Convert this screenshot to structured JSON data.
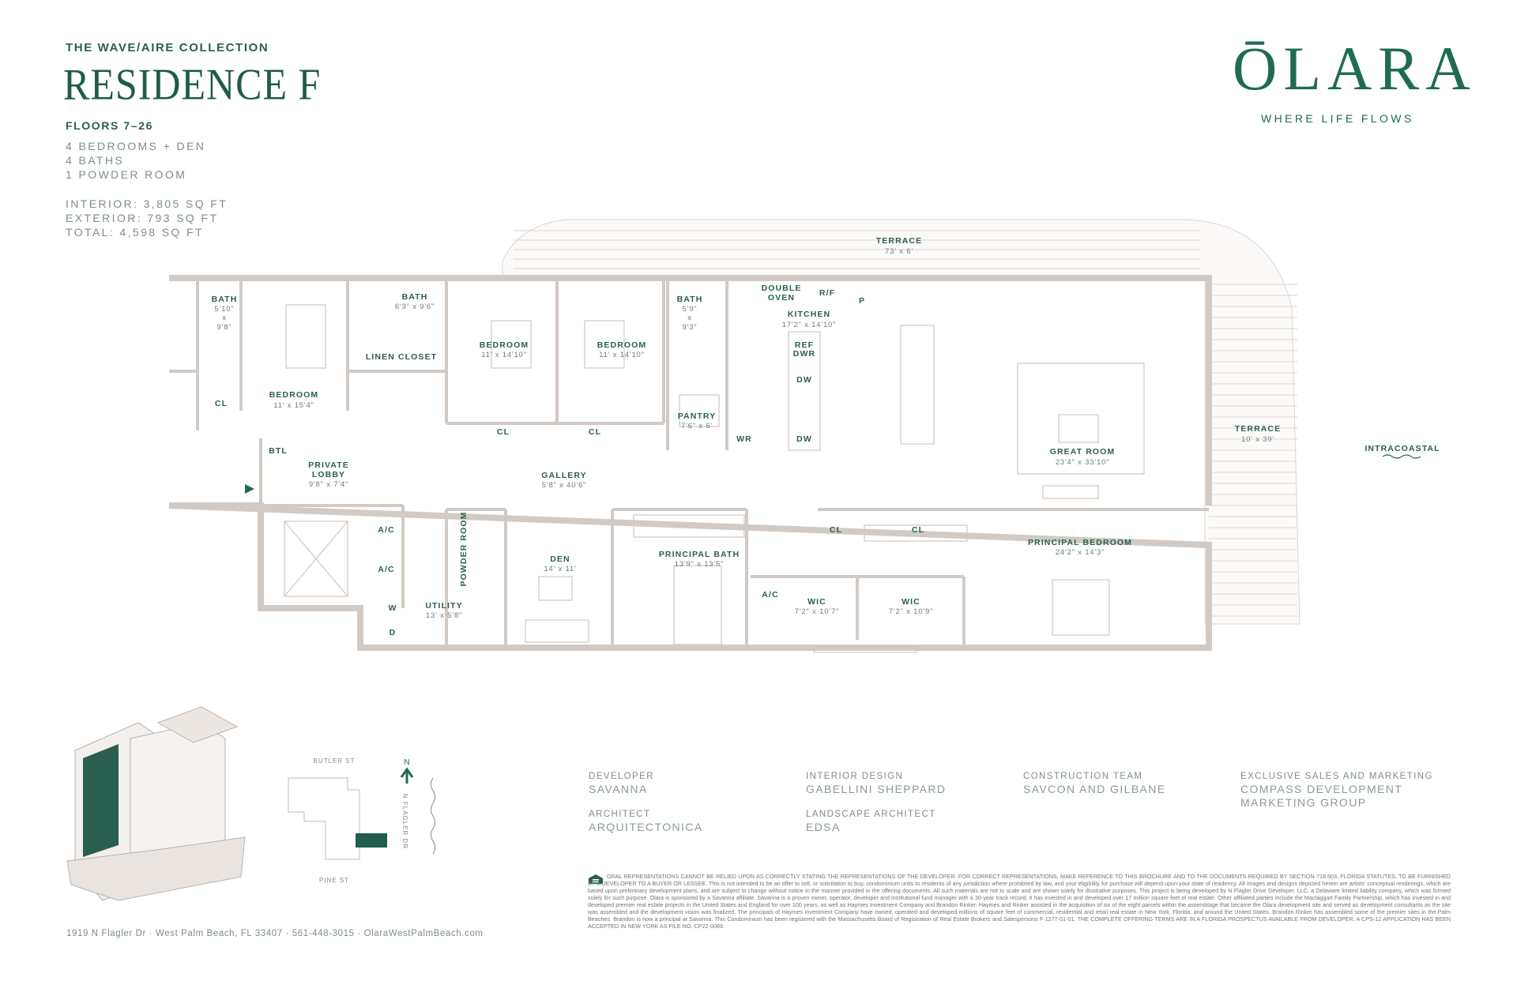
{
  "header": {
    "collection": "THE WAVE/AIRE COLLECTION",
    "residence": "RESIDENCE F",
    "floors": "FLOORS 7–26",
    "specs": [
      "4 BEDROOMS + DEN",
      "4 BATHS",
      "1 POWDER ROOM"
    ],
    "areas": [
      "INTERIOR: 3,805 SQ FT",
      "EXTERIOR: 793 SQ FT",
      "TOTAL: 4,598 SQ FT"
    ]
  },
  "brand": {
    "logo": "ŌLARA",
    "tagline": "WHERE LIFE FLOWS",
    "accent": "#1f6b54",
    "wall": "#d9d2cd"
  },
  "rooms": {
    "terrace_top": {
      "name": "TERRACE",
      "dim": "73' x 6'"
    },
    "bath1": {
      "name": "BATH",
      "dim": [
        "5'10\"",
        "x",
        "9'8\""
      ]
    },
    "bath2": {
      "name": "BATH",
      "dim": "6'3\" x 9'6\""
    },
    "linen": {
      "name": "LINEN CLOSET"
    },
    "bedroom1": {
      "name": "BEDROOM",
      "dim": "11' x 15'4\""
    },
    "bedroom2": {
      "name": "BEDROOM",
      "dim": "11' x 14'10\""
    },
    "bedroom3": {
      "name": "BEDROOM",
      "dim": "11' x 14'10\""
    },
    "bath3": {
      "name": "BATH",
      "dim": [
        "5'9\"",
        "x",
        "9'3\""
      ]
    },
    "pantry": {
      "name": "PANTRY",
      "dim": "7'6\" x 6'"
    },
    "double_oven": [
      "DOUBLE",
      "OVEN"
    ],
    "rf": "R/F",
    "p": "P",
    "kitchen": {
      "name": "KITCHEN",
      "dim": "17'2\" x 14'10\""
    },
    "ref_dwr": [
      "REF",
      "DWR"
    ],
    "dw": "DW",
    "wr": "WR",
    "cl": "CL",
    "btl": "BTL",
    "private_lobby": {
      "name": [
        "PRIVATE",
        "LOBBY"
      ],
      "dim": "9'8\" x 7'4\""
    },
    "gallery": {
      "name": "GALLERY",
      "dim": "5'8\" x 40'6\""
    },
    "great_room": {
      "name": "GREAT ROOM",
      "dim": "23'4\" x 33'10\""
    },
    "terrace_side": {
      "name": "TERRACE",
      "dim": "10' x 39'"
    },
    "intracoastal": "INTRACOASTAL",
    "ac": "A/C",
    "powder": "POWDER ROOM",
    "den": {
      "name": "DEN",
      "dim": "14' x 11'"
    },
    "principal_bath": {
      "name": "PRINCIPAL BATH",
      "dim": "13'9\" x 13'5\""
    },
    "wic1": {
      "name": "WIC",
      "dim": "7'2\" x 10'7\""
    },
    "wic2": {
      "name": "WIC",
      "dim": "7'2\" x 10'9\""
    },
    "principal_bedroom": {
      "name": "PRINCIPAL BEDROOM",
      "dim": "24'2\" x 14'3\""
    },
    "utility": {
      "name": "UTILITY",
      "dim": "13' x 5'8\""
    },
    "w": "W",
    "d": "D"
  },
  "site_map": {
    "north": "N",
    "streets": [
      "BUTLER ST",
      "N FLAGLER DR",
      "PINE ST"
    ]
  },
  "credits": [
    {
      "role": "DEVELOPER",
      "name": "SAVANNA"
    },
    {
      "role": "ARCHITECT",
      "name": "ARQUITECTONICA"
    },
    {
      "role": "INTERIOR DESIGN",
      "name": "GABELLINI SHEPPARD"
    },
    {
      "role": "LANDSCAPE ARCHITECT",
      "name": "EDSA"
    },
    {
      "role": "CONSTRUCTION TEAM",
      "name": "SAVCON AND GILBANE"
    },
    {
      "role": "EXCLUSIVE SALES AND MARKETING",
      "name": "COMPASS DEVELOPMENT MARKETING GROUP"
    }
  ],
  "disclaimer": "ORAL REPRESENTATIONS CANNOT BE RELIED UPON AS CORRECTLY STATING THE REPRESENTATIONS OF THE DEVELOPER. FOR CORRECT REPRESENTATIONS, MAKE REFERENCE TO THIS BROCHURE AND TO THE DOCUMENTS REQUIRED BY SECTION 718.503, FLORIDA STATUTES, TO BE FURNISHED BY A DEVELOPER TO A BUYER OR LESSEE. This is not intended to be an offer to sell, or solicitation to buy, condominium units to residents of any jurisdiction where prohibited by law, and your eligibility for purchase will depend upon your state of residency. All images and designs depicted herein are artists' conceptual renderings, which are based upon preliminary development plans, and are subject to change without notice in the manner provided in the offering documents. All such materials are not to scale and are shown solely for illustrative purposes. This project is being developed by N Flagler Drive Developer, LLC, a Delaware limited liability company, which was formed solely for such purpose. Olara is sponsored by a Savanna affiliate. Savanna is a proven owner, operator, developer and institutional fund manager with a 30-year track record, it has invested in and developed over 17 million square feet of real estate. Other affiliated parties include the Mactaggart Family Partnership, which has invested in and developed premier real estate projects in the United States and England for over 100 years, as well as Haymes Investment Company and Brandon Rinker. Haymes and Rinker assisted in the acquisition of six of the eight parcels within the assemblage that became the Olara development site and served as development consultants as the site was assembled and the development vision was finalized. The principals of Haymes Investment Company have owned, operated and developed millions of square feet of commercial, residential and retail real estate in New York, Florida, and around the United States. Brandon Rinker has assembled some of the premier sites in the Palm Beaches. Brandon is now a principal at Savanna. This Condominium has been registered with the Massachusetts Board of Registration of Real Estate Brokers and Salespersons F-1277-01-01. THE COMPLETE OFFERING TERMS ARE IN A FLORIDA PROSPECTUS AVAILABLE FROM DEVELOPER. A CPS-12 APPLICATION HAS BEEN ACCEPTED IN NEW YORK AS FILE NO. CP22-0089.",
  "address": "1919 N Flagler Dr  ·  West Palm Beach, FL 33407  ·  561-448-3015  ·  OlaraWestPalmBeach.com"
}
